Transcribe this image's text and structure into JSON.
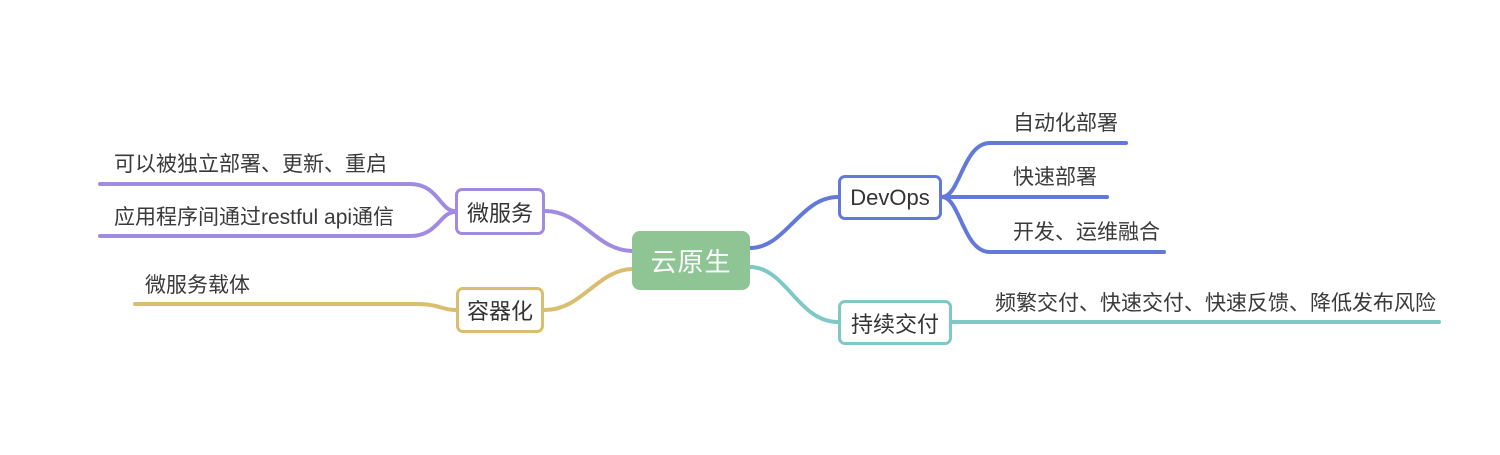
{
  "root": {
    "label": "云原生"
  },
  "branches": {
    "microservices": {
      "label": "微服务",
      "children": [
        "可以被独立部署、更新、重启",
        "应用程序间通过restful api通信"
      ]
    },
    "containerization": {
      "label": "容器化",
      "children": [
        "微服务载体"
      ]
    },
    "devops": {
      "label": "DevOps",
      "children": [
        "自动化部署",
        "快速部署",
        "开发、运维融合"
      ]
    },
    "continuous_delivery": {
      "label": "持续交付",
      "children": [
        "频繁交付、快速交付、快速反馈、降低发布风险"
      ]
    }
  },
  "colors": {
    "green": "#8FC495",
    "purple": "#A08BE0",
    "gold": "#D9BE6F",
    "blue": "#6379D9",
    "teal": "#7EC8C5",
    "white": "#FFFFFF"
  }
}
